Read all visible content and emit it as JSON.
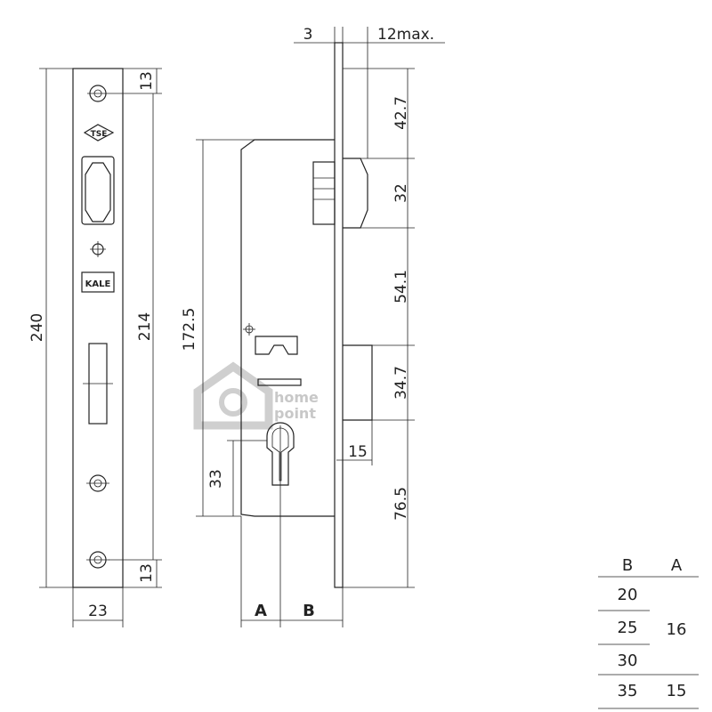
{
  "faceplate": {
    "dims": {
      "total_height": "240",
      "hole_span": "214",
      "top_offset": "13",
      "bottom_offset": "13",
      "width": "23"
    },
    "logos": {
      "tse": "TSE",
      "kale": "KALE"
    }
  },
  "lock_body": {
    "dims": {
      "faceplate_thickness": "3",
      "latch_projection": "12max.",
      "top_to_latch": "42.7",
      "latch_height": "32",
      "latch_to_bolt": "54.1",
      "bolt_height": "34.7",
      "bottom_section": "76.5",
      "bolt_throw": "15",
      "body_height": "172.5",
      "cylinder_offset": "33"
    },
    "labels": {
      "a": "A",
      "b": "B"
    }
  },
  "watermark": {
    "line1": "home",
    "line2": "point"
  },
  "spec_table": {
    "headers": [
      "B",
      "A"
    ],
    "rows": [
      {
        "b": "20",
        "a": ""
      },
      {
        "b": "25",
        "a": "16"
      },
      {
        "b": "30",
        "a": ""
      },
      {
        "b": "35",
        "a": "15"
      }
    ]
  }
}
